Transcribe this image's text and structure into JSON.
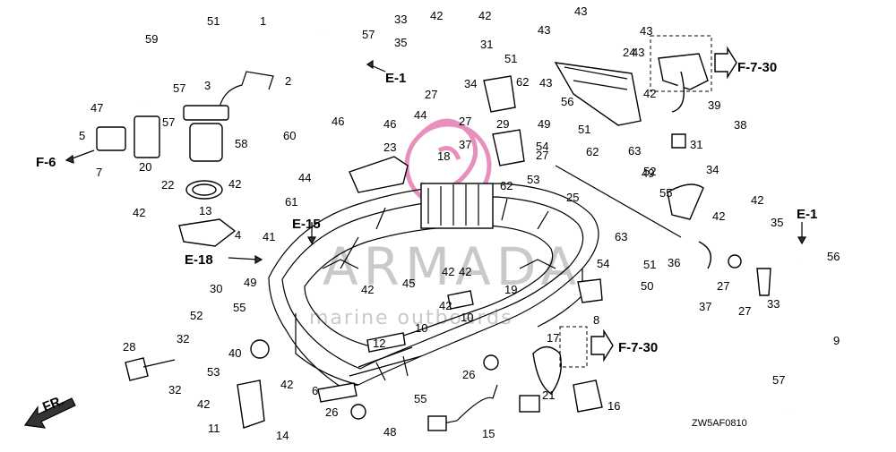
{
  "diagram": {
    "code": "ZW5AF0810",
    "orientation": "FR.",
    "watermark": {
      "brand": "ARMADA",
      "tagline": "marine outboards",
      "color": "#e06aa8"
    },
    "callouts": [
      "E-1",
      "E-1",
      "F-6",
      "E-15",
      "E-18",
      "F-7-30",
      "F-7-30"
    ],
    "part_numbers": [
      "1",
      "2",
      "3",
      "4",
      "5",
      "6",
      "7",
      "8",
      "9",
      "10",
      "10",
      "11",
      "12",
      "13",
      "14",
      "15",
      "16",
      "17",
      "18",
      "19",
      "20",
      "21",
      "22",
      "23",
      "24",
      "25",
      "26",
      "26",
      "27",
      "27",
      "27",
      "27",
      "27",
      "28",
      "29",
      "30",
      "31",
      "31",
      "32",
      "32",
      "33",
      "33",
      "34",
      "34",
      "35",
      "35",
      "36",
      "37",
      "37",
      "38",
      "39",
      "40",
      "41",
      "42",
      "42",
      "42",
      "42",
      "42",
      "42",
      "42",
      "42",
      "42",
      "42",
      "42",
      "42",
      "42",
      "43",
      "43",
      "43",
      "43",
      "43",
      "44",
      "44",
      "45",
      "46",
      "46",
      "47",
      "48",
      "49",
      "49",
      "49",
      "50",
      "51",
      "51",
      "51",
      "51",
      "52",
      "52",
      "53",
      "53",
      "54",
      "54",
      "55",
      "55",
      "55",
      "56",
      "56",
      "57",
      "57",
      "57",
      "57",
      "58",
      "59",
      "60",
      "61",
      "62",
      "62",
      "62",
      "63",
      "63"
    ]
  }
}
